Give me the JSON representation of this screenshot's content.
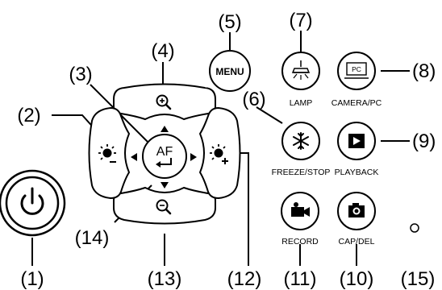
{
  "callouts": {
    "c1": "(1)",
    "c2": "(2)",
    "c3": "(3)",
    "c4": "(4)",
    "c5": "(5)",
    "c6": "(6)",
    "c7": "(7)",
    "c8": "(8)",
    "c9": "(9)",
    "c10": "(10)",
    "c11": "(11)",
    "c12": "(12)",
    "c13": "(13)",
    "c14": "(14)",
    "c15": "(15)"
  },
  "buttons": {
    "af_label": "AF",
    "menu_label": "MENU",
    "pc_screen_label": "PC",
    "lamp_label": "LAMP",
    "camera_pc_label": "CAMERA/PC",
    "freeze_label": "FREEZE/STOP",
    "playback_label": "PLAYBACK",
    "record_label": "RECORD",
    "cap_del_label": "CAP/DEL"
  },
  "icons": {
    "power": "power-icon",
    "zoom_in": "zoom-in-icon",
    "zoom_out": "zoom-out-icon",
    "brightness_down": "brightness-down-icon",
    "brightness_up": "brightness-up-icon",
    "autofocus_enter": "autofocus-enter-icon",
    "lamp": "lamp-icon",
    "camera_pc": "monitor-icon",
    "freeze": "snowflake-icon",
    "playback": "play-icon",
    "record": "video-camera-icon",
    "capture": "camera-icon",
    "indicator": "indicator-led-icon"
  }
}
